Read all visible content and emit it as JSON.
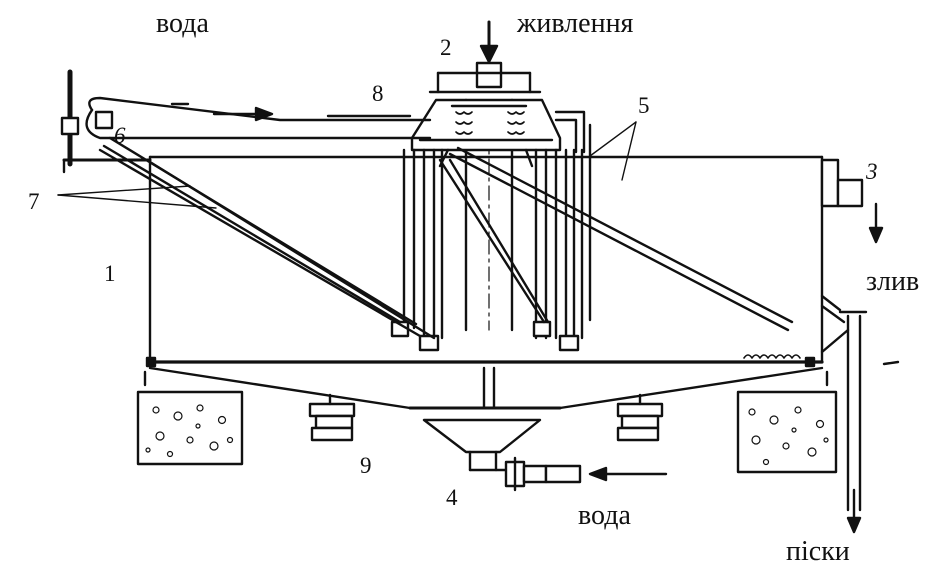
{
  "labels": {
    "water_top": "вода",
    "feed": "живлення",
    "drain": "злив",
    "water_bottom": "вода",
    "sands": "піски"
  },
  "numbers": {
    "n1": "1",
    "n2": "2",
    "n3": "3",
    "n4": "4",
    "n5": "5",
    "n6": "6",
    "n7": "7",
    "n8": "8",
    "n9": "9"
  },
  "colors": {
    "ink": "#111111",
    "concrete": "#ffffff",
    "background": "#ffffff"
  }
}
